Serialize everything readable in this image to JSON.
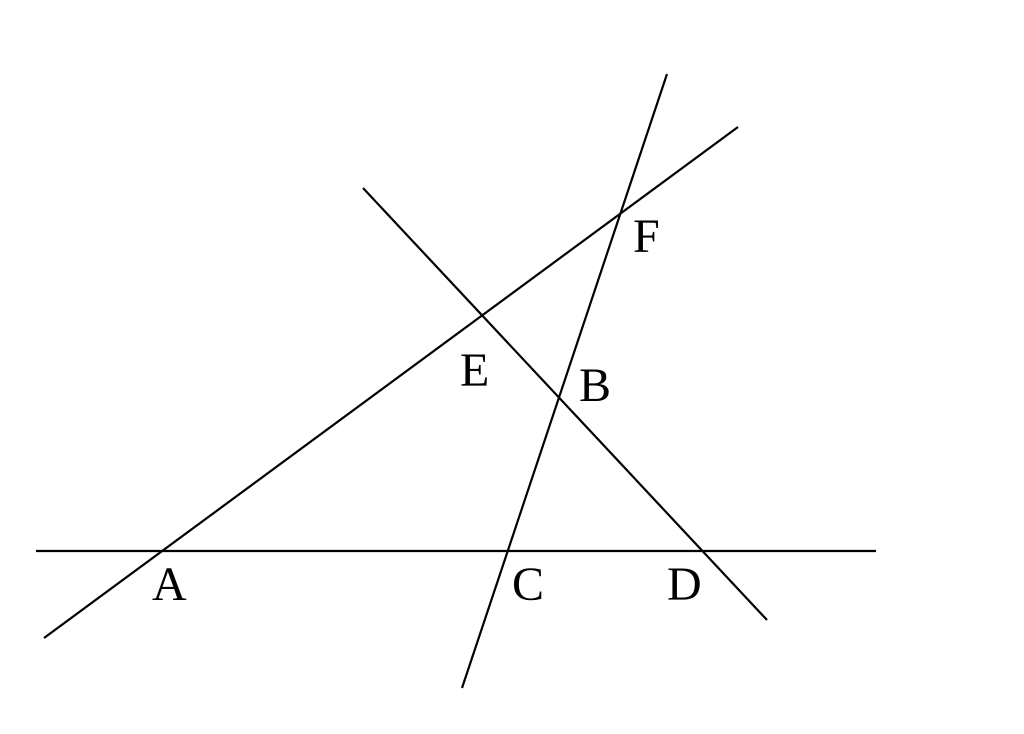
{
  "diagram": {
    "line_color": "#000000",
    "background": "#ffffff",
    "points": {
      "A": "A",
      "B": "B",
      "C": "C",
      "D": "D",
      "E": "E",
      "F": "F"
    }
  }
}
